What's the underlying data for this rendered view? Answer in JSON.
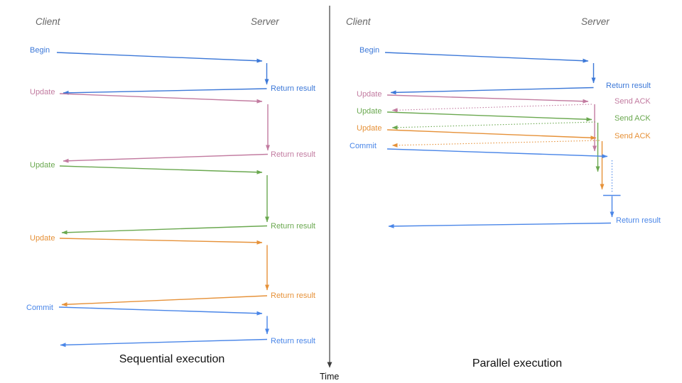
{
  "time_axis": {
    "label": "Time"
  },
  "colors": {
    "begin_blue": "#3c78d8",
    "commit_blue": "#4a86e8",
    "update1_magenta": "#c27ba0",
    "update2_green": "#6aa84f",
    "update3_orange": "#e69138",
    "header_gray": "#666666",
    "axis_gray": "#3d3d3d"
  },
  "sequential": {
    "title": "Sequential execution",
    "headers": {
      "client": "Client",
      "server": "Server"
    },
    "requests": [
      {
        "label": "Begin",
        "response": "Return result",
        "color": "#3c78d8"
      },
      {
        "label": "Update",
        "response": "Return result",
        "color": "#c27ba0"
      },
      {
        "label": "Update",
        "response": "Return result",
        "color": "#6aa84f"
      },
      {
        "label": "Update",
        "response": "Return result",
        "color": "#e69138"
      },
      {
        "label": "Commit",
        "response": "Return result",
        "color": "#4a86e8"
      }
    ]
  },
  "parallel": {
    "title": "Parallel execution",
    "headers": {
      "client": "Client",
      "server": "Server"
    },
    "requests": [
      {
        "label": "Begin",
        "response": "Return result",
        "color": "#3c78d8"
      },
      {
        "label": "Update",
        "response": "Send ACK",
        "color": "#c27ba0"
      },
      {
        "label": "Update",
        "response": "Send ACK",
        "color": "#6aa84f"
      },
      {
        "label": "Update",
        "response": "Send ACK",
        "color": "#e69138"
      },
      {
        "label": "Commit",
        "response": "Return result",
        "color": "#4a86e8"
      }
    ]
  }
}
